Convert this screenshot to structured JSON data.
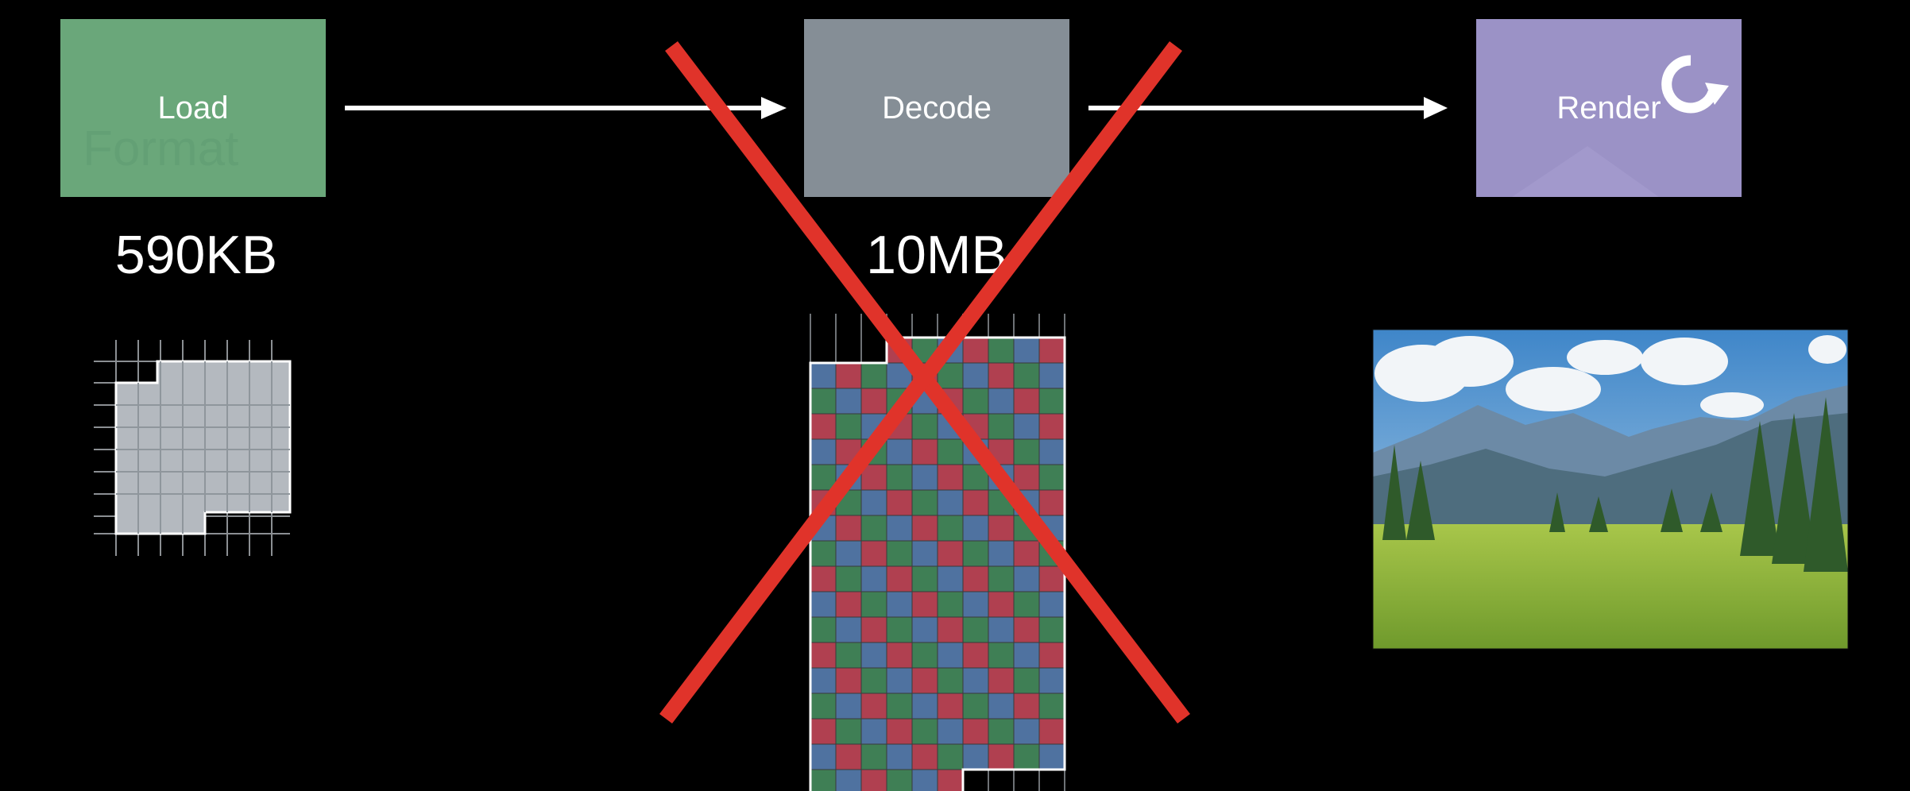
{
  "stages": {
    "load": {
      "label": "Load",
      "size": "590KB",
      "ghost_text": "Format",
      "color": "#6aa77a"
    },
    "decode": {
      "label": "Decode",
      "size": "10MB",
      "color": "#858e96"
    },
    "render": {
      "label": "Render",
      "color": "#9b92c6",
      "icon": "rotate-icon"
    }
  },
  "colors": {
    "background": "#000000",
    "arrow": "#ffffff",
    "cross": "#e0332a",
    "grid_gray": "#b4b9bf",
    "pixel_red": "#b04050",
    "pixel_green": "#3f7f55",
    "pixel_blue": "#4f72a0"
  },
  "image": {
    "subject": "mountain-meadow-photo"
  }
}
